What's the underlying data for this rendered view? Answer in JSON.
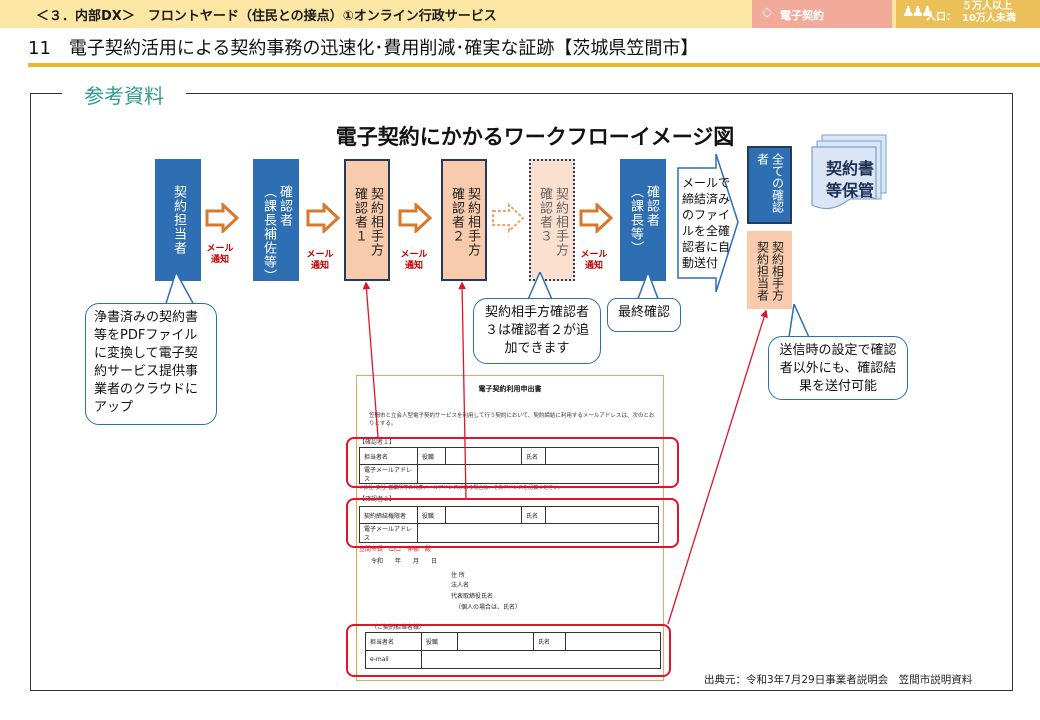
{
  "header": {
    "section": "＜３．内部DX＞　フロントヤード（住民との接点）①オンライン行政サービス",
    "tag_contract": "電子契約",
    "tag_pop_label": "人口：",
    "tag_pop_line1": "５万人以上",
    "tag_pop_line2": "10万人未満",
    "title": "11　電子契約活用による契約事務の迅速化･費用削減･確実な証跡【茨城県笠間市】"
  },
  "reference_label": "参考資料",
  "workflow": {
    "title": "電子契約にかかるワークフローイメージ図",
    "box1": [
      "契約担当者"
    ],
    "box2": [
      "確認者",
      "（課長補佐等）"
    ],
    "box3": [
      "契約相手方",
      "確認者１"
    ],
    "box4": [
      "契約相手方",
      "確認者２"
    ],
    "box5": [
      "契約相手方",
      "確認者３"
    ],
    "box6": [
      "確認者",
      "（課長等）"
    ],
    "mail_line1": "メール",
    "mail_line2": "通知",
    "send_text": "メールで締結済みのファイルを全確認者に自動送付",
    "all_box": "全ての確認者",
    "my_box": [
      "契約相手方",
      "契約担当者"
    ],
    "storage": [
      "契約書",
      "等保管"
    ]
  },
  "callouts": {
    "pdf": "浄書済みの契約書等をPDFファイルに変換して電子契約サービス提供事業者のクラウドにアップ",
    "third": "契約相手方確認者３は確認者２が追加できます",
    "final": "最終確認",
    "send": "送信時の設定で確認者以外にも、確認結果を送付可能"
  },
  "form": {
    "title": "電子契約利用申出書",
    "para": "笠間市と立会人型電子契約サービスを利用して行う契約において、契約締結に利用するメールアドレスは、次のとおりとする。",
    "sec1": "【確認者１】",
    "sec2": "【確認者２】",
    "note": "※会社･支社･営業所等の代表メールアドレスがある場合は、そのアドレスを記載ください。",
    "addressee": "笠間市長　山口　伸樹　殿",
    "date": "令和　　年　　月　　日",
    "address": "住 所",
    "corp": "法人名",
    "rep": "代表取締役氏名",
    "rep_note": "（個人の場合は、氏名）",
    "sec3": "（ご契約担当者様）",
    "cell_tanto": "担当者名",
    "cell_yakushoku": "役職",
    "cell_shimei": "氏名",
    "cell_mail": "電子メールアドレス",
    "cell_kengen": "契約締結権限者",
    "cell_email": "e-mail"
  },
  "source": "出典元：令和3年7月29日事業者説明会　笠間市説明資料",
  "colors": {
    "blue_box": "#2e6fb3",
    "peach_box": "#f8cbad",
    "accent_red": "#e0142b",
    "header_bg": "#fbe7a3"
  }
}
